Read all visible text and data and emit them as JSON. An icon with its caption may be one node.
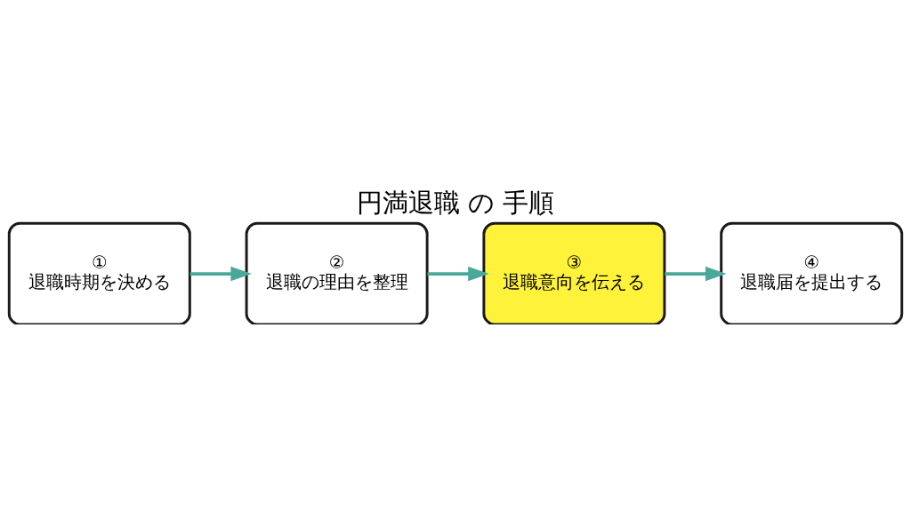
{
  "diagram": {
    "title": "円満退職 の 手順",
    "nodes": [
      {
        "text": [
          "①",
          "退職時期を決める"
        ]
      },
      {
        "text": [
          "②",
          "退職の理由を整理"
        ]
      },
      {
        "text": [
          "③",
          "退職意向を伝える"
        ]
      },
      {
        "text": [
          "④",
          "退職届を提出する"
        ]
      }
    ],
    "edges": [
      {
        "from": 0,
        "to": 1,
        "arrow": "to"
      },
      {
        "from": 1,
        "to": 2,
        "arrow": "to"
      },
      {
        "from": 2,
        "to": 3,
        "arrow": "to"
      }
    ]
  }
}
